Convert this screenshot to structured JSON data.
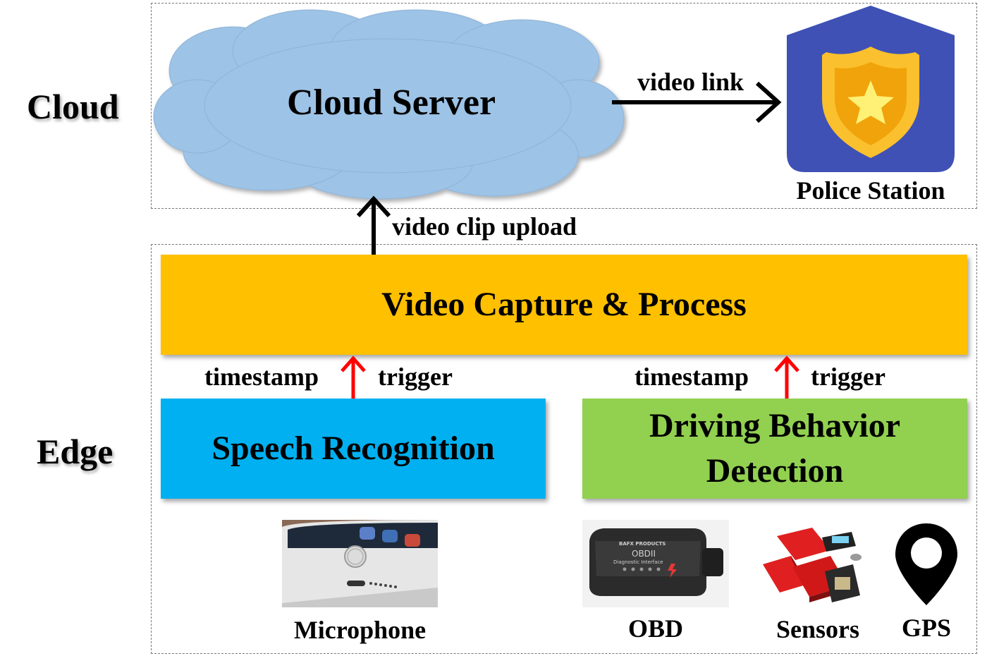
{
  "layers": {
    "cloud": "Cloud",
    "edge": "Edge"
  },
  "cloud_server": {
    "label": "Cloud Server",
    "color": "#9dc3e6"
  },
  "police_station": {
    "label": "Police Station",
    "icon": "police-badge-icon",
    "bg_color": "#3f51b5",
    "badge_color": "#fbc02d"
  },
  "edges": {
    "video_link": "video link",
    "video_clip_upload": "video clip upload"
  },
  "video_capture": {
    "label": "Video Capture & Process",
    "color": "#ffc000"
  },
  "speech_recognition": {
    "label": "Speech Recognition",
    "color": "#00b0f0",
    "timestamp_label": "timestamp",
    "trigger_label": "trigger"
  },
  "driving_behavior": {
    "label_line1": "Driving Behavior",
    "label_line2": "Detection",
    "color": "#92d050",
    "timestamp_label": "timestamp",
    "trigger_label": "trigger"
  },
  "devices": {
    "microphone": "Microphone",
    "obd": "OBD",
    "obd_device_text": "OBDII",
    "obd_device_subtext": "Diagnostic Interface",
    "obd_brand": "BAFX PRODUCTS",
    "sensors": "Sensors",
    "gps": "GPS"
  }
}
